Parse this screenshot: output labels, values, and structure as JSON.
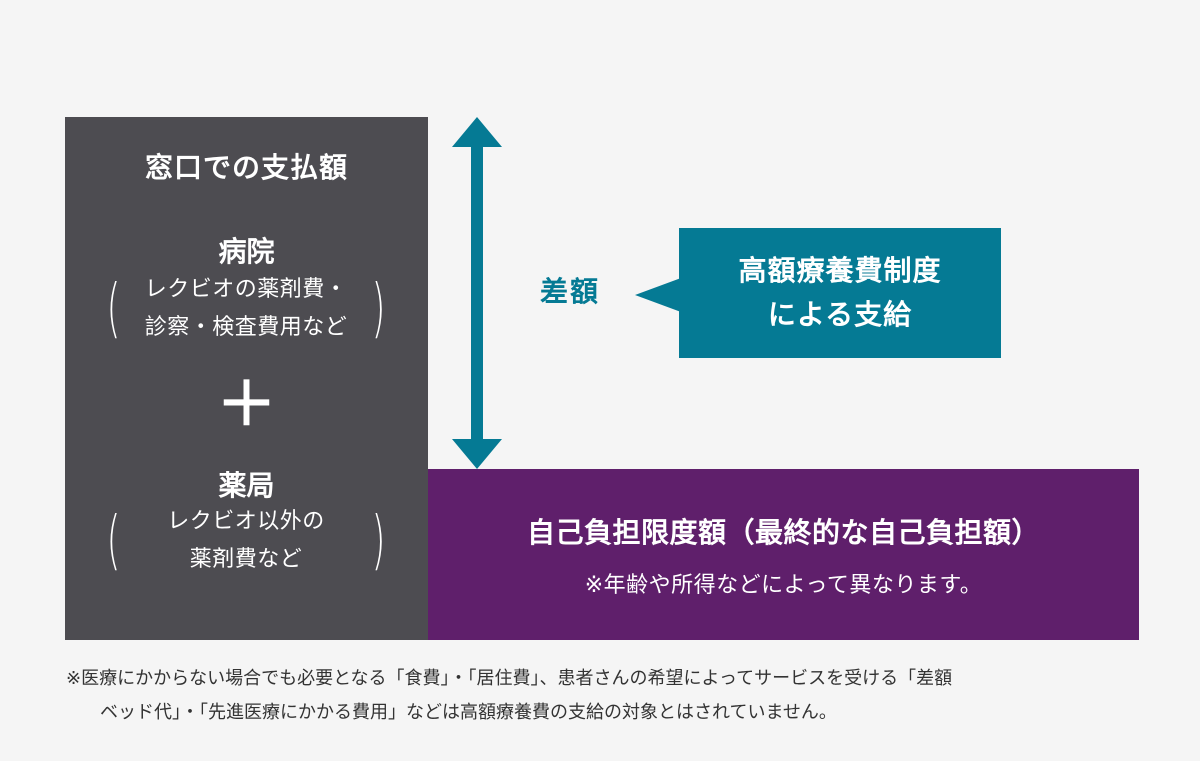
{
  "left_box": {
    "title": "窓口での支払額",
    "hospital": {
      "title": "病院",
      "line1": "レクビオの薬剤費・",
      "line2": "診察・検査費用など"
    },
    "plus": "＋",
    "pharmacy": {
      "title": "薬局",
      "line1": "レクビオ以外の",
      "line2": "薬剤費など"
    }
  },
  "difference_label": "差額",
  "callout": {
    "line1": "高額療養費制度",
    "line2": "による支給"
  },
  "self_limit": {
    "title": "自己負担限度額（最終的な自己負担額）",
    "note": "※年齢や所得などによって異なります。"
  },
  "footnote": {
    "line1": "※医療にかからない場合でも必要となる「食費」・「居住費」、患者さんの希望によってサービスを受ける「差額",
    "line2": "ベッド代」・「先進医療にかかる費用」などは高額療養費の支給の対象とはされていません。"
  },
  "colors": {
    "background": "#f5f5f5",
    "dark_gray": "#4d4c51",
    "teal": "#057a94",
    "purple": "#5f1f6b"
  }
}
